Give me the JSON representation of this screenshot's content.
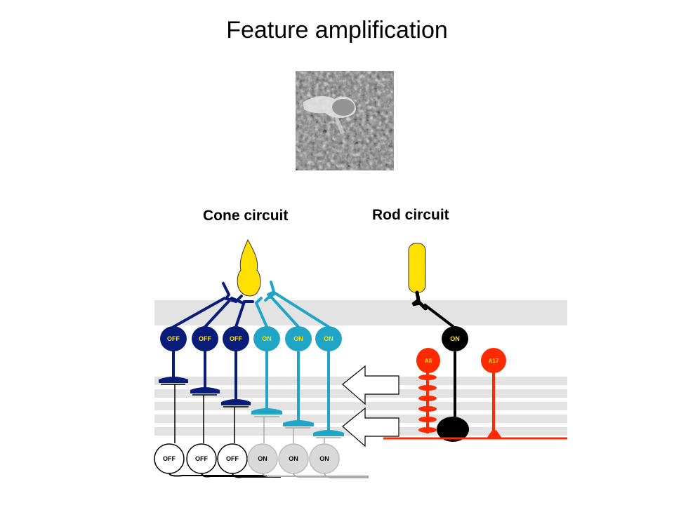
{
  "title": "Feature amplification",
  "image": {
    "icon": "natural-scene-photo-icon"
  },
  "labels": {
    "cone_circuit": "Cone circuit",
    "rod_circuit": "Rod circuit"
  },
  "cone_bipolars": {
    "off": [
      "OFF",
      "OFF",
      "OFF"
    ],
    "on": [
      "ON",
      "ON",
      "ON"
    ]
  },
  "ganglion_cells": {
    "off": [
      "OFF",
      "OFF",
      "OFF"
    ],
    "on": [
      "ON",
      "ON",
      "ON"
    ]
  },
  "rod_bipolar": "ON",
  "amacrine": {
    "aii": "AII",
    "a17": "A17"
  },
  "colors": {
    "cone": "#ffe000",
    "rod": "#ffe000",
    "off_bipolar": "#0a1c7a",
    "on_bipolar": "#21a5c6",
    "rod_bipolar": "#000000",
    "amacrine": "#ff2a00",
    "ganglion_on": "#d9d9d9",
    "ganglion_off": "#ffffff",
    "band": "#e3e3e3"
  }
}
